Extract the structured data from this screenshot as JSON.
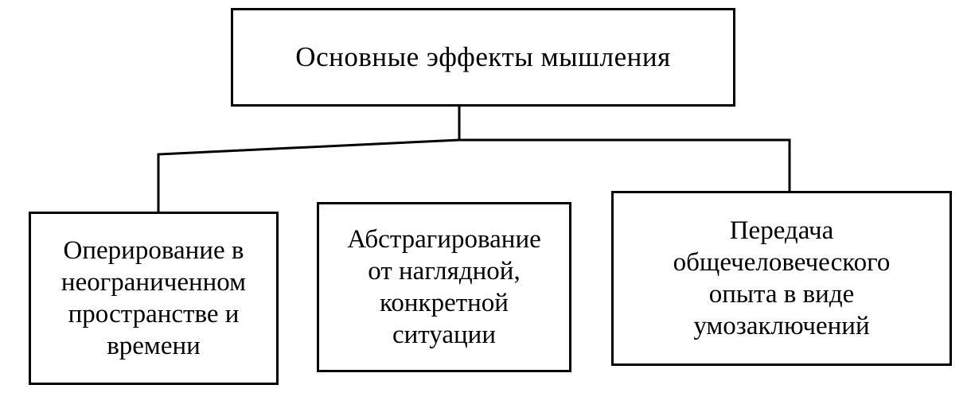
{
  "diagram": {
    "root": {
      "label": "Основные эффекты мышления"
    },
    "children": [
      {
        "lines": [
          "Оперирование в",
          "неограниченном",
          "пространстве и",
          "времени"
        ]
      },
      {
        "lines": [
          "Абстрагирование",
          "от наглядной,",
          "конкретной",
          "ситуации"
        ]
      },
      {
        "lines": [
          "Передача",
          "общечеловеческого",
          "опыта в виде",
          "умозаключений"
        ]
      }
    ],
    "colors": {
      "line": "#000000",
      "background": "#ffffff"
    }
  }
}
